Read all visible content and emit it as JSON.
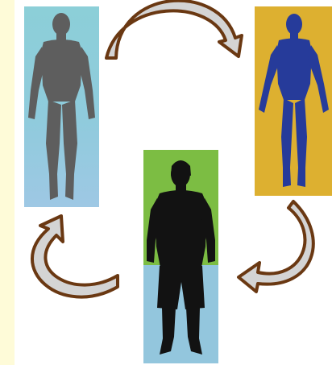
{
  "colors": {
    "left_strip": "#fefbd8",
    "panel_1_bg_top": "#8ccfd8",
    "panel_1_bg_bottom": "#9ec8e4",
    "panel_2_bg": "#ddb030",
    "panel_3_bg_top": "#7cbd43",
    "panel_3_bg_bottom": "#93c6dd",
    "silhouette_1": "#5e5e5e",
    "silhouette_2": "#263b9a",
    "silhouette_3": "#121212",
    "arrow_outline": "#6a3812",
    "arrow_fill": "#d4d4d4"
  },
  "figures": [
    {
      "name": "gray-human-silhouette",
      "icon": "standing-figure-icon"
    },
    {
      "name": "blue-human-silhouette",
      "icon": "anatomical-figure-icon"
    },
    {
      "name": "black-human-silhouette",
      "icon": "figure-in-shorts-icon"
    }
  ],
  "arrows": [
    {
      "name": "arrow-top",
      "icon": "curved-arrow-icon"
    },
    {
      "name": "arrow-right",
      "icon": "curved-arrow-icon"
    },
    {
      "name": "arrow-left",
      "icon": "curved-arrow-icon"
    }
  ]
}
